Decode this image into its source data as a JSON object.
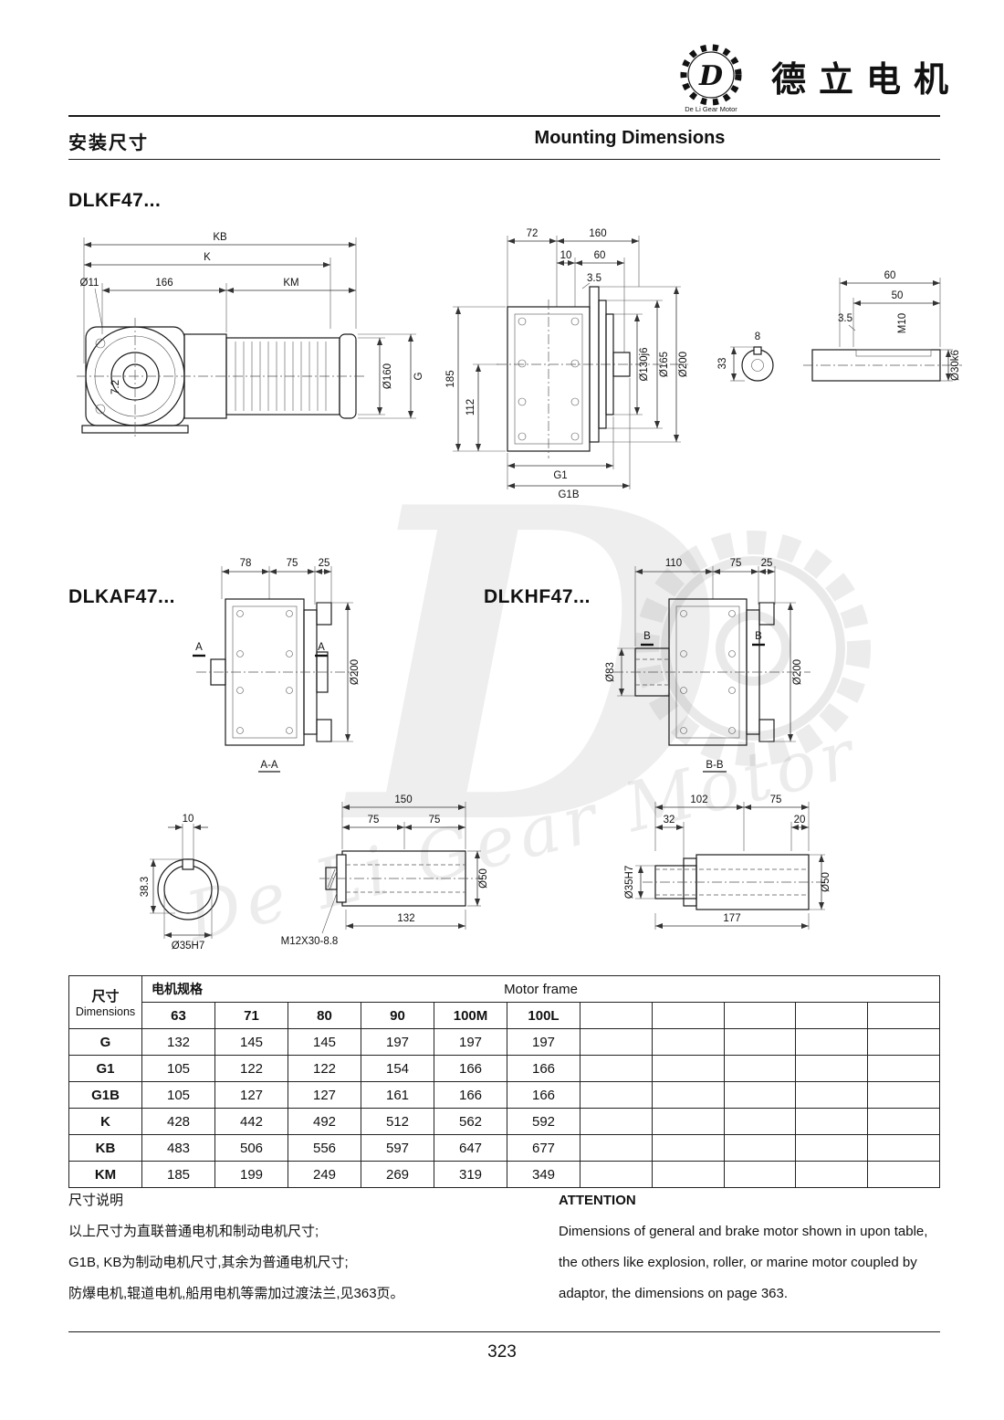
{
  "header": {
    "brand": "德立电机",
    "logo_letter": "D",
    "logo_sub": "De Li Gear Motor",
    "title_cn": "安装尺寸",
    "title_en": "Mounting Dimensions"
  },
  "sections": {
    "s1": "DLKF47...",
    "s2": "DLKAF47...",
    "s3": "DLKHF47..."
  },
  "d1": {
    "kb": "KB",
    "k": "K",
    "dia11": "Ø11",
    "l166": "166",
    "km": "KM",
    "r72": "7.2",
    "g": "G",
    "dia160": "Ø160"
  },
  "d2": {
    "l72": "72",
    "l160": "160",
    "l10": "10",
    "l60": "60",
    "l35": "3.5",
    "l185": "185",
    "l112": "112",
    "dia130": "Ø130j6",
    "dia165": "Ø165",
    "dia200": "Ø200",
    "g1": "G1",
    "g1b": "G1B"
  },
  "d3": {
    "l60": "60",
    "l50": "50",
    "l35": "3.5",
    "l8": "8",
    "l33": "33",
    "m10": "M10",
    "dia30": "Ø30k6"
  },
  "d4": {
    "l78": "78",
    "l75": "75",
    "l25": "25",
    "a": "A",
    "dia200": "Ø200",
    "aa": "A-A"
  },
  "d5": {
    "l110": "110",
    "l75": "75",
    "l25": "25",
    "dia83": "Ø83",
    "b": "B",
    "dia200": "Ø200",
    "bb": "B-B"
  },
  "d6": {
    "l10": "10",
    "l383": "38.3",
    "dia35": "Ø35H7"
  },
  "d7": {
    "l150": "150",
    "l75a": "75",
    "l75b": "75",
    "dia50": "Ø50",
    "m12": "M12X30-8.8",
    "l132": "132"
  },
  "d8": {
    "l102": "102",
    "l75": "75",
    "l32": "32",
    "l20": "20",
    "dia50": "Ø50",
    "dia35": "Ø35H7",
    "l177": "177"
  },
  "table": {
    "dim_cn": "尺寸",
    "dim_en": "Dimensions",
    "spec_cn": "电机规格",
    "spec_en": "Motor frame",
    "frames": [
      "63",
      "71",
      "80",
      "90",
      "100M",
      "100L"
    ],
    "rows": [
      {
        "label": "G",
        "values": [
          "132",
          "145",
          "145",
          "197",
          "197",
          "197"
        ]
      },
      {
        "label": "G1",
        "values": [
          "105",
          "122",
          "122",
          "154",
          "166",
          "166"
        ]
      },
      {
        "label": "G1B",
        "values": [
          "105",
          "127",
          "127",
          "161",
          "166",
          "166"
        ]
      },
      {
        "label": "K",
        "values": [
          "428",
          "442",
          "492",
          "512",
          "562",
          "592"
        ]
      },
      {
        "label": "KB",
        "values": [
          "483",
          "506",
          "556",
          "597",
          "647",
          "677"
        ]
      },
      {
        "label": "KM",
        "values": [
          "185",
          "199",
          "249",
          "269",
          "319",
          "349"
        ]
      }
    ]
  },
  "notes": {
    "cn_title": "尺寸说明",
    "cn_lines": [
      "以上尺寸为直联普通电机和制动电机尺寸;",
      "G1B, KB为制动电机尺寸,其余为普通电机尺寸;",
      "防爆电机,辊道电机,船用电机等需加过渡法兰,见363页。"
    ],
    "en_title": "ATTENTION",
    "en_lines": [
      "Dimensions of general and brake motor shown in upon table,",
      "the others like explosion, roller, or marine motor coupled by",
      "adaptor, the dimensions on page 363."
    ]
  },
  "footer": {
    "page": "323"
  },
  "watermark": {
    "text": "De Li Gear Motor",
    "letter": "D"
  }
}
